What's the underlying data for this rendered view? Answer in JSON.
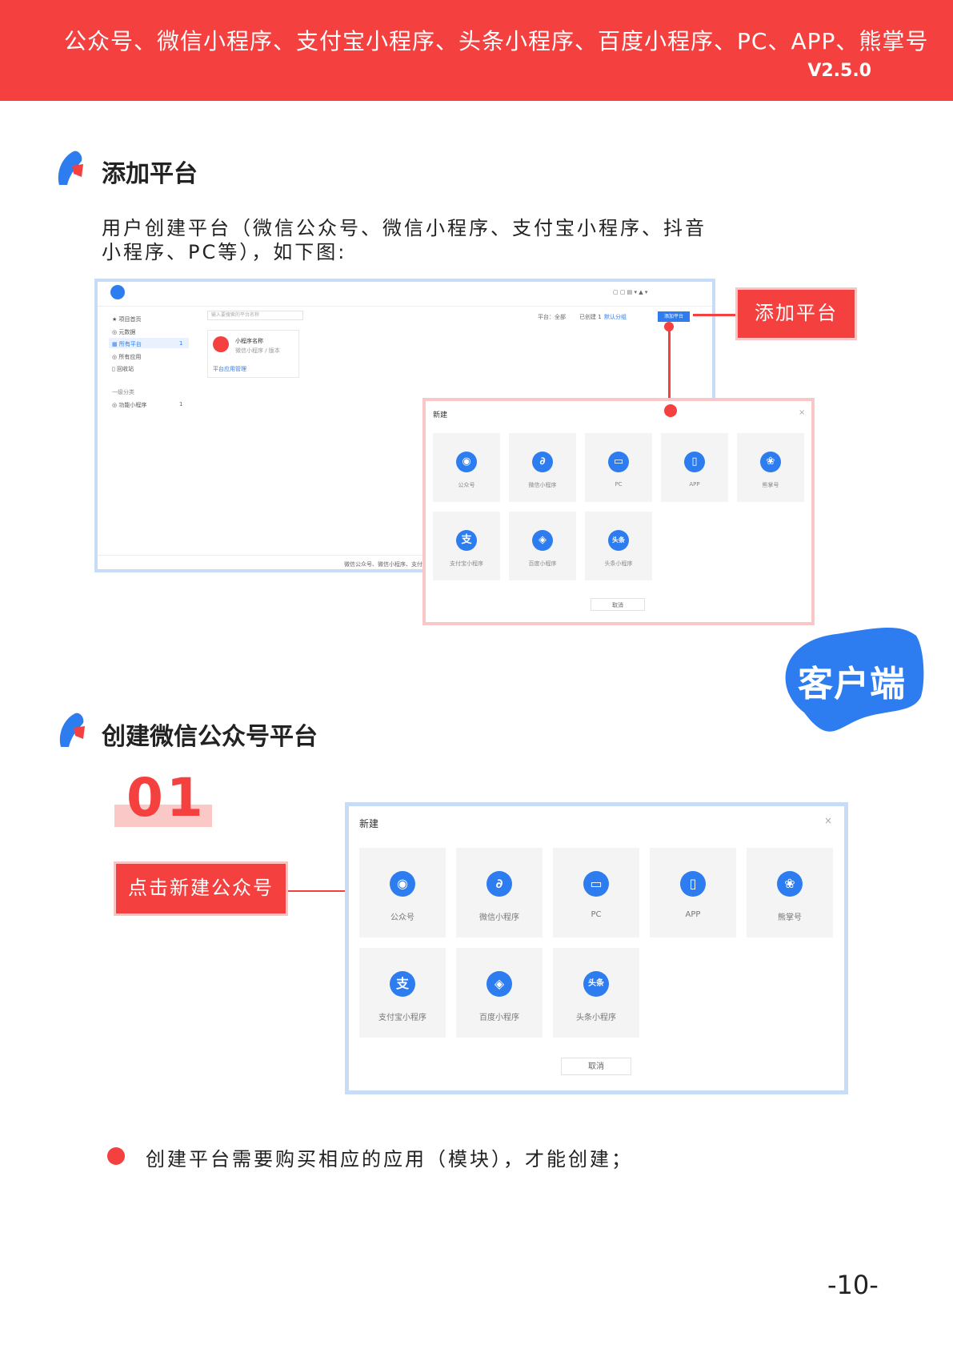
{
  "header": {
    "title": "公众号、微信小程序、支付宝小程序、头条小程序、百度小程序、PC、APP、熊掌号",
    "version": "V2.5.0"
  },
  "colors": {
    "brand_red": "#f4403f",
    "accent_blue": "#2d7cf0",
    "light_red": "#fbc8c8",
    "light_blue": "#c7ddf7"
  },
  "section1": {
    "title": "添加平台",
    "paragraph": "用户创建平台（微信公众号、微信小程序、支付宝小程序、抖音小程序、PC等），如下图:",
    "screenshot": {
      "sidebar": [
        "项目首页",
        "元数据",
        "所有平台",
        "所有应用",
        "回收站"
      ],
      "sidebar_count": "1",
      "group_label": "一级分类",
      "group_item": "功能小程序",
      "group_count": "1",
      "search_placeholder": "输入要搜索的平台名称",
      "card_title": "小程序名称",
      "card_sub": "微信小程序 / 版本",
      "card_link": "平台应用管理",
      "filters": [
        "平台：全部",
        "已创建 1",
        "默认分组"
      ],
      "add_button": "添加平台",
      "footer": "微信公众号、微信小程序、支付宝小程序"
    },
    "callout": "添加平台",
    "modal": {
      "title": "新建",
      "close": "×",
      "tiles": [
        {
          "label": "公众号",
          "icon": "wechat-icon",
          "glyph": "◉"
        },
        {
          "label": "微信小程序",
          "icon": "miniprogram-icon",
          "glyph": "∂"
        },
        {
          "label": "PC",
          "icon": "monitor-icon",
          "glyph": "▭"
        },
        {
          "label": "APP",
          "icon": "phone-icon",
          "glyph": "▯"
        },
        {
          "label": "熊掌号",
          "icon": "paw-icon",
          "glyph": "❀"
        },
        {
          "label": "支付宝小程序",
          "icon": "alipay-icon",
          "glyph": "支"
        },
        {
          "label": "百度小程序",
          "icon": "baidu-icon",
          "glyph": "◈"
        },
        {
          "label": "头条小程序",
          "icon": "toutiao-icon",
          "glyph": "头条"
        }
      ],
      "cancel": "取消"
    }
  },
  "badge": "客户端",
  "section2": {
    "title": "创建微信公众号平台",
    "step": "01",
    "callout": "点击新建公众号",
    "modal": {
      "title": "新建",
      "close": "×",
      "tiles": [
        {
          "label": "公众号",
          "icon": "wechat-icon",
          "glyph": "◉"
        },
        {
          "label": "微信小程序",
          "icon": "miniprogram-icon",
          "glyph": "∂"
        },
        {
          "label": "PC",
          "icon": "monitor-icon",
          "glyph": "▭"
        },
        {
          "label": "APP",
          "icon": "phone-icon",
          "glyph": "▯"
        },
        {
          "label": "熊掌号",
          "icon": "paw-icon",
          "glyph": "❀"
        },
        {
          "label": "支付宝小程序",
          "icon": "alipay-icon",
          "glyph": "支"
        },
        {
          "label": "百度小程序",
          "icon": "baidu-icon",
          "glyph": "◈"
        },
        {
          "label": "头条小程序",
          "icon": "toutiao-icon",
          "glyph": "头条"
        }
      ],
      "cancel": "取消"
    }
  },
  "note": "创建平台需要购买相应的应用（模块），才能创建；",
  "page_number": "-10-"
}
